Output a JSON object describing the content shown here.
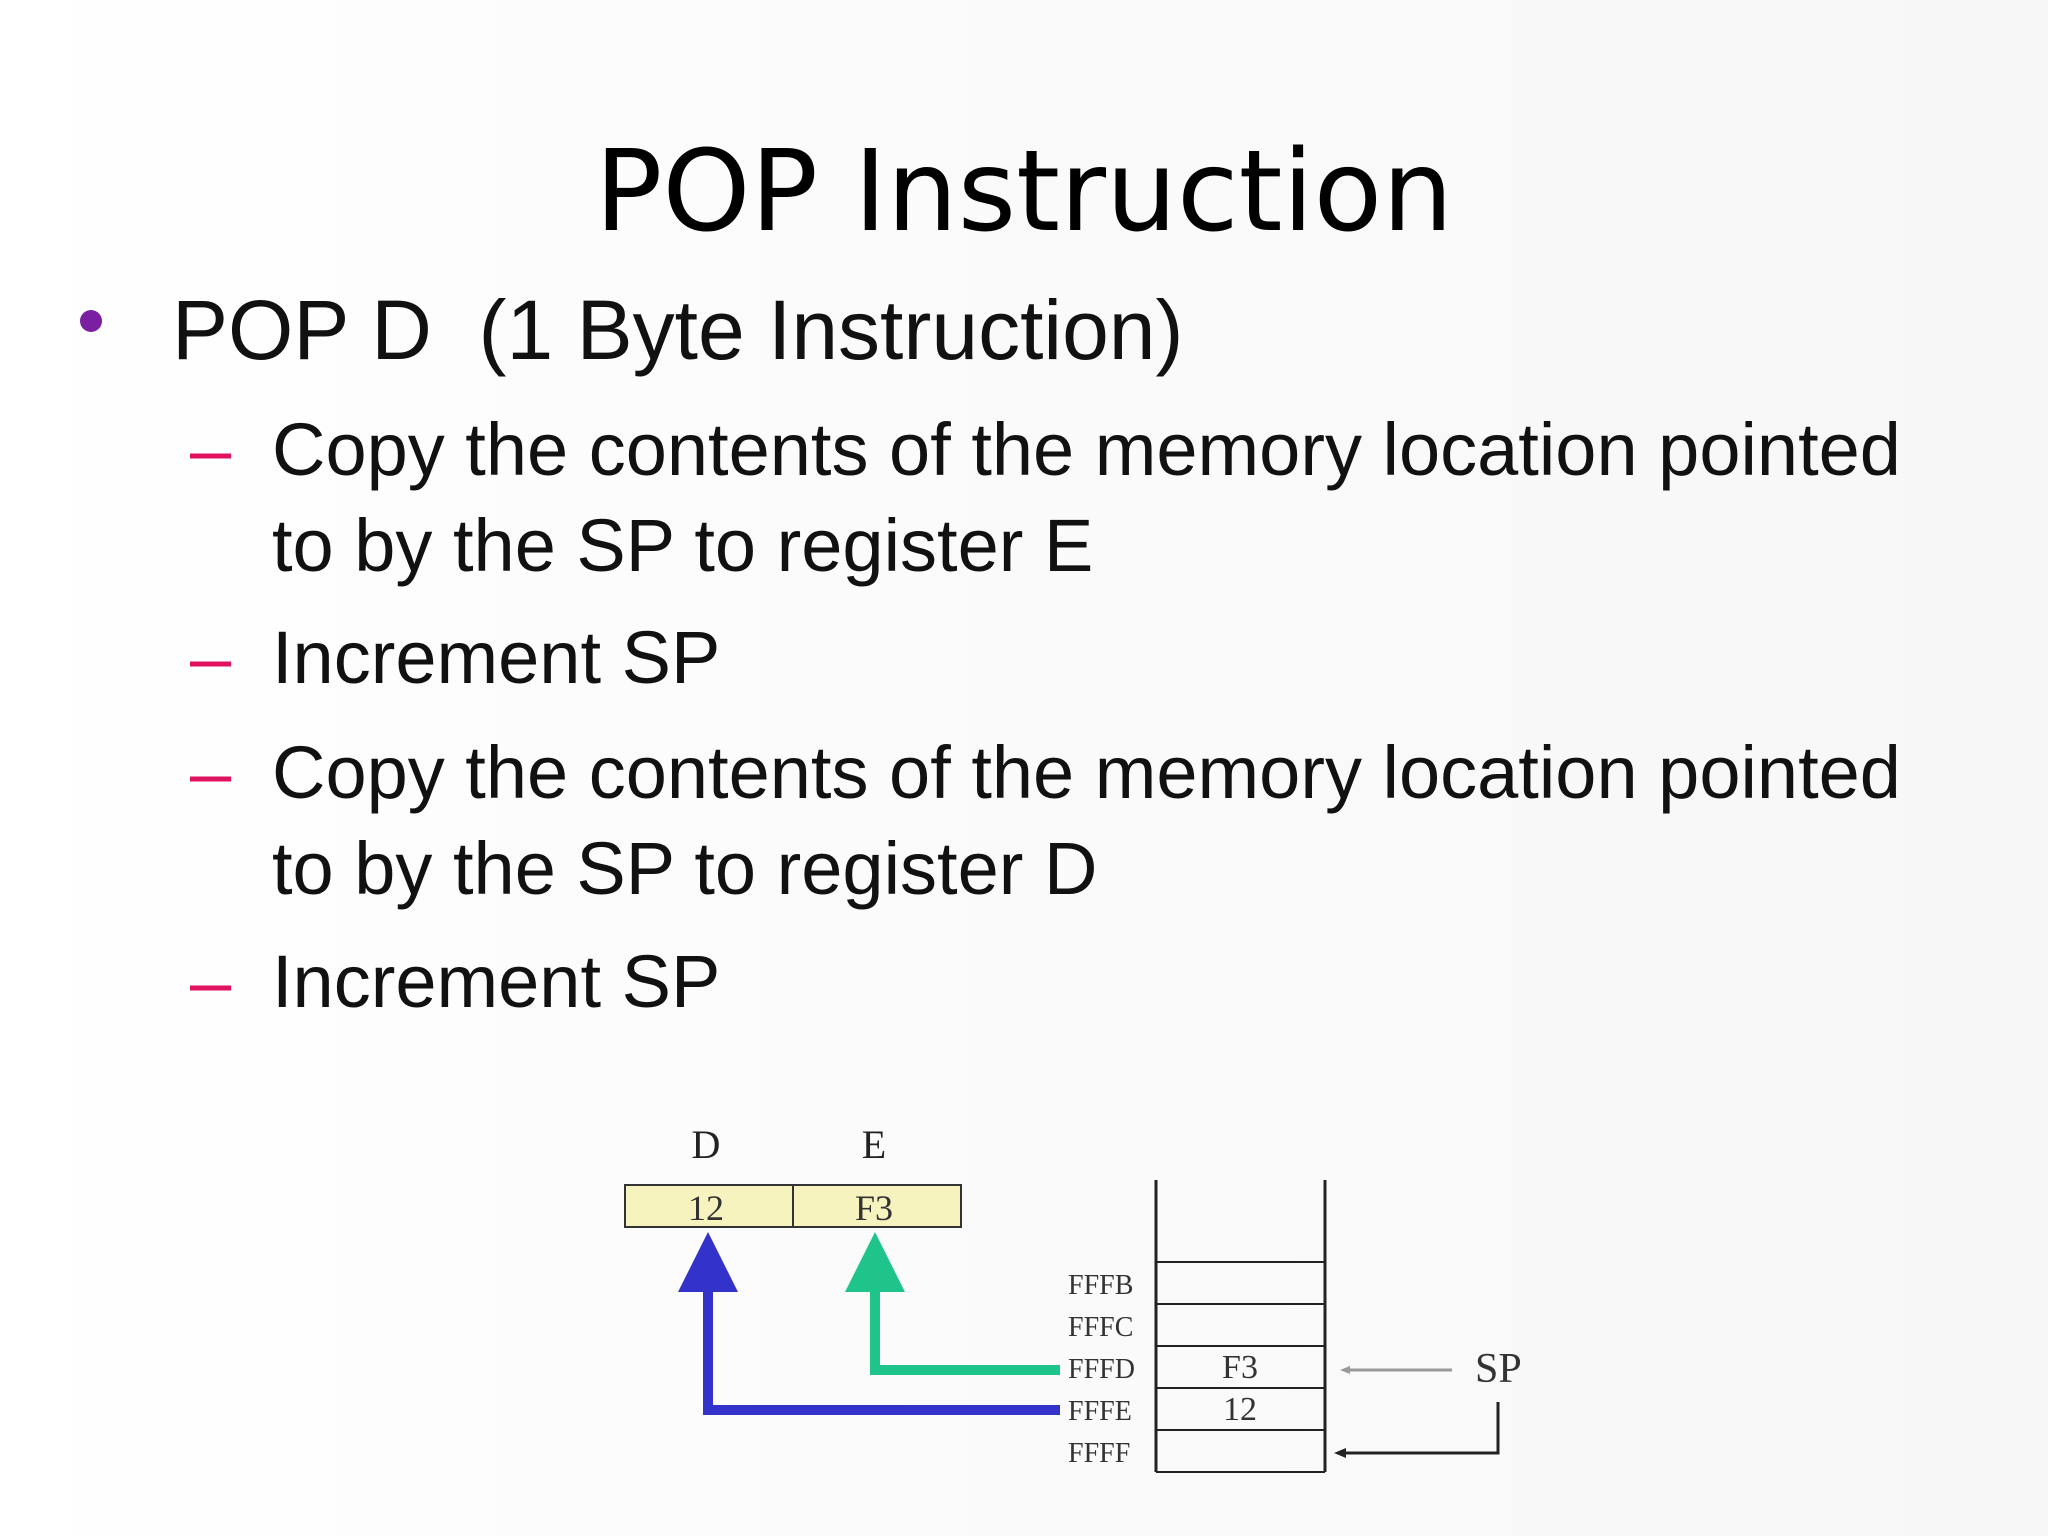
{
  "slide": {
    "title": "POP Instruction",
    "bullet": {
      "text": "POP D  (1 Byte Instruction)",
      "dot_color": "#7b1fa2"
    },
    "dash_char": "–",
    "dash_color": "#e0115f",
    "steps": [
      "Copy the contents of the memory location pointed\nto by the SP to register E",
      "Increment SP",
      "Copy the contents of the memory location pointed\nto by the SP to register D",
      "Increment SP"
    ]
  },
  "diagram": {
    "registers": [
      {
        "name": "D",
        "value": "12"
      },
      {
        "name": "E",
        "value": "F3"
      }
    ],
    "register_fill": "#f7f3bf",
    "memory": [
      {
        "address": "FFFB",
        "value": ""
      },
      {
        "address": "FFFC",
        "value": ""
      },
      {
        "address": "FFFD",
        "value": "F3"
      },
      {
        "address": "FFFE",
        "value": "12"
      },
      {
        "address": "FFFF",
        "value": ""
      }
    ],
    "sp_label": "SP",
    "arrow_colors": {
      "to_D": "#3333cc",
      "to_E": "#1fc48a",
      "sp": "#999999"
    }
  }
}
